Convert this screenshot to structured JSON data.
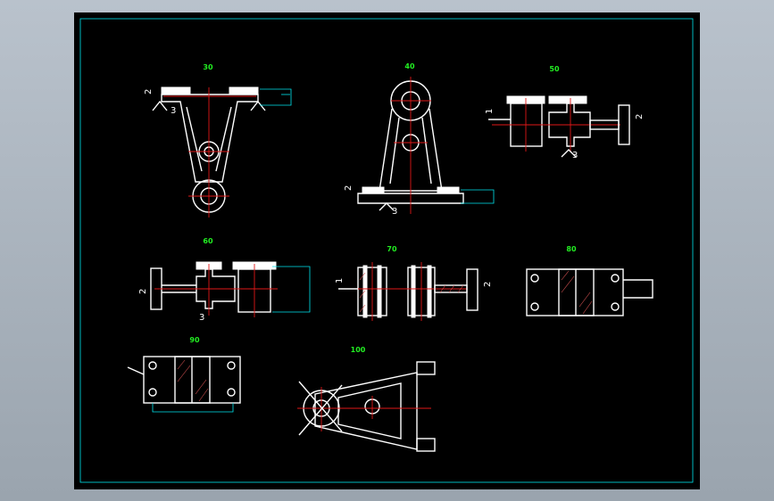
{
  "views": [
    {
      "id": "30",
      "label": "30"
    },
    {
      "id": "40",
      "label": "40"
    },
    {
      "id": "50",
      "label": "50"
    },
    {
      "id": "60",
      "label": "60"
    },
    {
      "id": "70",
      "label": "70"
    },
    {
      "id": "80",
      "label": "80"
    },
    {
      "id": "90",
      "label": "90"
    },
    {
      "id": "100",
      "label": "100"
    }
  ],
  "symbols": {
    "two": "2",
    "three": "3",
    "one": "1"
  },
  "colors": {
    "label": "#22ee22",
    "outline": "#ffffff",
    "centerline": "#e01818",
    "frame": "#00e5ee",
    "background": "#000000"
  }
}
